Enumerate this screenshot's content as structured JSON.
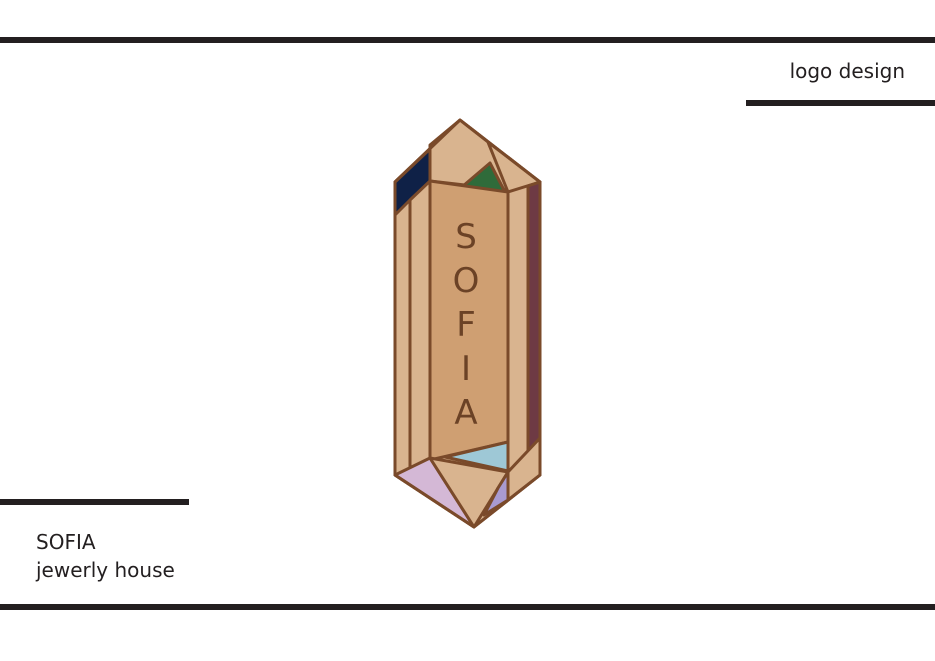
{
  "header": {
    "caption": "logo design"
  },
  "footer": {
    "brand_name": "SOFIA",
    "tagline": "jewerly house"
  },
  "logo": {
    "letters": [
      "S",
      "O",
      "F",
      "I",
      "A"
    ],
    "colors": {
      "outline": "#7a4a2a",
      "body": "#d9b48f",
      "center_facet": "#cf9f72",
      "navy": "#0f2147",
      "green": "#2f6b3a",
      "plum": "#6e3a44",
      "sky": "#9ec8d6",
      "lilac": "#d4b8d6",
      "violet": "#a99ad0",
      "text": "#6b4226"
    }
  }
}
